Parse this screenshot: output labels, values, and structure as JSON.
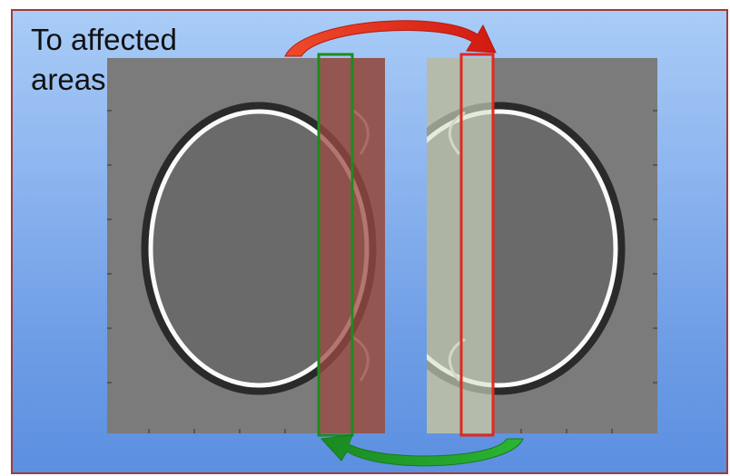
{
  "slide": {
    "title_line1": "To affected",
    "title_line2": "areas"
  },
  "colors": {
    "background_top": "#a9ccf7",
    "background_bottom": "#5b8fe0",
    "panel_gray": "#7a7a7a",
    "overlap_band_left": "#9b5750",
    "overlap_band_right": "#b9c3ae",
    "green_box": "#1f8a1f",
    "red_box": "#e3281b",
    "top_arrow": "#e0221a",
    "bottom_arrow": "#22a02a",
    "slide_border": "#a03c3c"
  },
  "icons": {
    "top_arrow": "curved-arrow-right-red",
    "bottom_arrow": "curved-arrow-left-green"
  }
}
